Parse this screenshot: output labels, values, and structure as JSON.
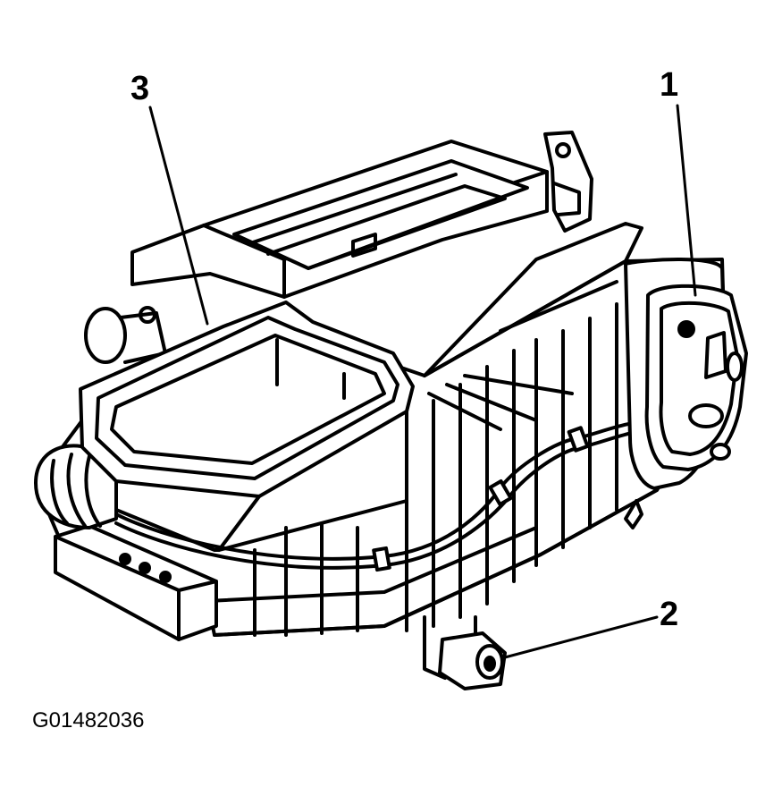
{
  "callouts": {
    "one": "1",
    "two": "2",
    "three": "3"
  },
  "figure_id": "G01482036",
  "colors": {
    "line": "#000000",
    "background": "#ffffff"
  }
}
